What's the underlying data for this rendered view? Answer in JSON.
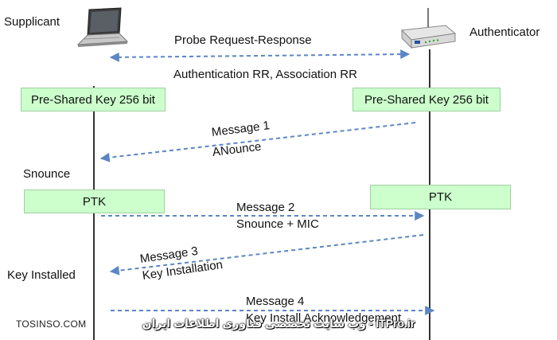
{
  "actors": {
    "supplicant": "Supplicant",
    "authenticator": "Authenticator"
  },
  "exchanges": {
    "probe": "Probe Request-Response",
    "auth_assoc": "Authentication RR, Association RR"
  },
  "boxes": {
    "psk_left": "Pre-Shared Key 256 bit",
    "psk_right": "Pre-Shared Key 256 bit",
    "ptk_left": "PTK",
    "ptk_right": "PTK"
  },
  "state_labels": {
    "snounce": "Snounce",
    "key_installed": "Key Installed"
  },
  "messages": [
    {
      "title": "Message 1",
      "content": "ANounce",
      "direction": "authenticator-to-supplicant"
    },
    {
      "title": "Message 2",
      "content": "Snounce + MIC",
      "direction": "supplicant-to-authenticator"
    },
    {
      "title": "Message 3",
      "content": "Key Installation",
      "direction": "authenticator-to-supplicant"
    },
    {
      "title": "Message 4",
      "content": "Key Install Acknowledgement",
      "direction": "supplicant-to-authenticator"
    }
  ],
  "watermark": {
    "left": "TOSINSO.COM",
    "right": "ITPro.ir - وب سایت تخصصی فناوری اطلاعات ایران"
  },
  "colors": {
    "box_fill": "#ccffcc",
    "arrow": "#5b86c5",
    "lifeline": "#000000"
  }
}
